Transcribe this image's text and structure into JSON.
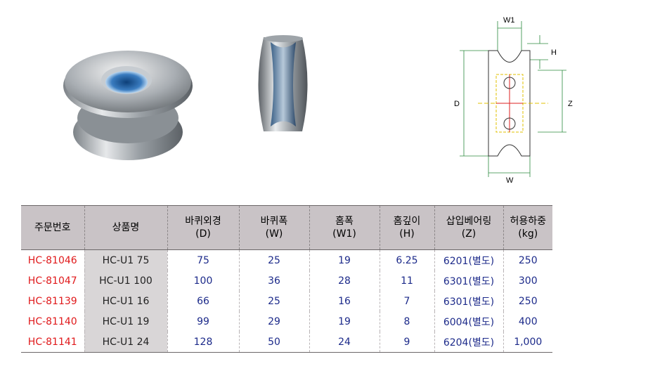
{
  "diagram_labels": {
    "w1": "W1",
    "h": "H",
    "d": "D",
    "z": "Z",
    "w": "W"
  },
  "table": {
    "headers": [
      {
        "line1": "주문번호",
        "line2": ""
      },
      {
        "line1": "상품명",
        "line2": ""
      },
      {
        "line1": "바퀴외경",
        "line2": "(D)"
      },
      {
        "line1": "바퀴폭",
        "line2": "(W)"
      },
      {
        "line1": "홈폭",
        "line2": "(W1)"
      },
      {
        "line1": "홈깊이",
        "line2": "(H)"
      },
      {
        "line1": "삽입베어링",
        "line2": "(Z)"
      },
      {
        "line1": "허용하중",
        "line2": "(kg)"
      }
    ],
    "rows": [
      [
        "HC-81046",
        "HC-U1 75",
        "75",
        "25",
        "19",
        "6.25",
        "6201(별도)",
        "250"
      ],
      [
        "HC-81047",
        "HC-U1 100",
        "100",
        "36",
        "28",
        "11",
        "6301(별도)",
        "300"
      ],
      [
        "HC-81139",
        "HC-U1 16",
        "66",
        "25",
        "16",
        "7",
        "6301(별도)",
        "250"
      ],
      [
        "HC-81140",
        "HC-U1 19",
        "99",
        "29",
        "19",
        "8",
        "6004(별도)",
        "400"
      ],
      [
        "HC-81141",
        "HC-U1 24",
        "128",
        "50",
        "24",
        "9",
        "6204(별도)",
        "1,000"
      ]
    ]
  },
  "colors": {
    "order_code": "#e0191b",
    "values": "#1c2a8a",
    "header_bg": "#c9c3c6",
    "model_bg": "#d9d6d7"
  }
}
